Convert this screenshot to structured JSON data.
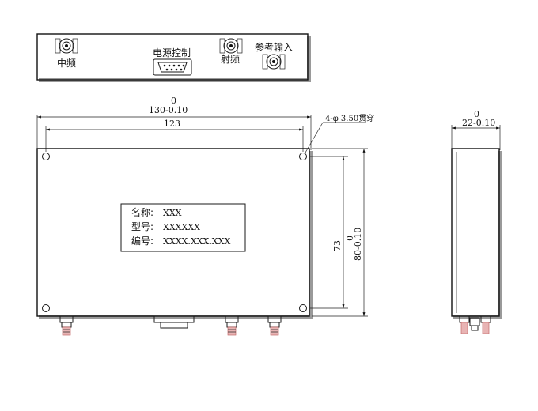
{
  "top_view": {
    "labels": {
      "if": "中频",
      "power_control": "电源控制",
      "rf": "射频",
      "ref_input": "参考输入"
    }
  },
  "front_view": {
    "dim_overall_tol_upper": "0",
    "dim_overall": "130-0.10",
    "dim_hole_spacing": "123",
    "hole_callout": "4-φ 3.50贯穿",
    "dim_height_hole": "73",
    "dim_height_tol_upper": "0",
    "dim_height": "80-0.10",
    "nameplate": {
      "name_label": "名称:",
      "name_value": "XXX",
      "model_label": "型号:",
      "model_value": "XXXXXX",
      "serial_label": "编号:",
      "serial_value": "XXXX.XXX.XXX"
    }
  },
  "side_view": {
    "dim_width_tol_upper": "0",
    "dim_width": "22-0.10"
  },
  "colors": {
    "line": "#1a1a1a",
    "shadow": "#9a9a9a",
    "connector_tip": "#e8b4b4"
  }
}
